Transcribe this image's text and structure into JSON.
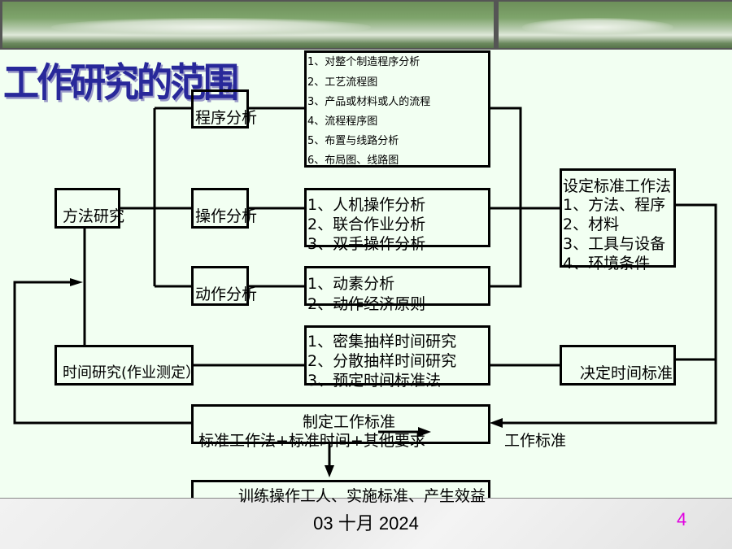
{
  "title": "工作研究的范围",
  "process_analysis": {
    "label": "程序分析",
    "items": [
      "1、对整个制造程序分析",
      "2、工艺流程图",
      "3、产品或材料或人的流程",
      "4、流程程序图",
      "5、布置与线路分析",
      "6、布局图、线路图"
    ]
  },
  "method_study": {
    "label": "方法研究"
  },
  "operation_analysis": {
    "label": "操作分析",
    "items": [
      "1、人机操作分析",
      "2、联合作业分析",
      "3、双手操作分析"
    ]
  },
  "motion_analysis": {
    "label": "动作分析",
    "items": [
      "1、动素分析",
      "2、动作经济原则"
    ]
  },
  "standard_method": {
    "label": "设定标准工作法",
    "items": [
      "1、方法、程序",
      "2、材料",
      "3、工具与设备",
      "4、环境条件"
    ]
  },
  "time_study": {
    "label": "时间研究(作业测定）",
    "items": [
      "1、密集抽样时间研究",
      "2、分散抽样时间研究",
      "3、预定时间标准法"
    ]
  },
  "time_standard": {
    "label": "决定时间标准"
  },
  "work_standard": {
    "label": "制定工作标准",
    "formula": "标准工作法+标准时间+其他要求",
    "side_label": "工作标准"
  },
  "training": {
    "label": "训练操作工人、实施标准、产生效益"
  },
  "footer": {
    "date": "03 十月 2024",
    "page": "4"
  }
}
